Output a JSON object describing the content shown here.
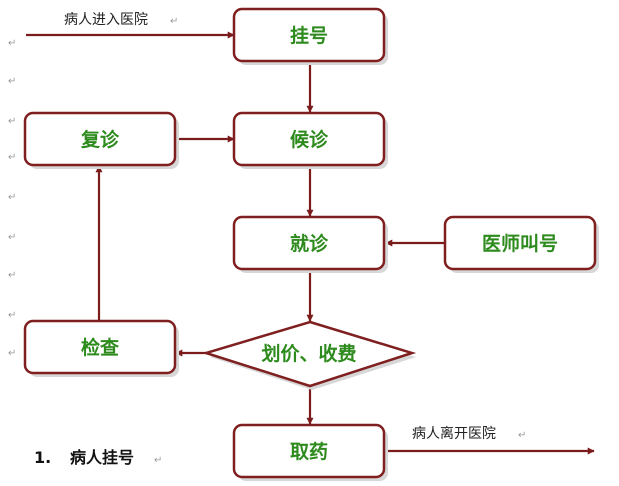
{
  "colors": {
    "node_border": "#7f1f1f",
    "node_text": "#2d8a1c",
    "arrow": "#7a1c1c",
    "plain_text": "#222222"
  },
  "nodes": {
    "register": "挂号",
    "wait": "候诊",
    "consult": "就诊",
    "revisit": "复诊",
    "doctor_call": "医师叫号",
    "exam": "检查",
    "billing": "划价、收费",
    "pharmacy": "取药"
  },
  "labels": {
    "enter": "病人进入医院",
    "leave": "病人离开医院",
    "return_mark": "↵"
  },
  "heading": {
    "number": "1.",
    "text": "病人挂号"
  }
}
